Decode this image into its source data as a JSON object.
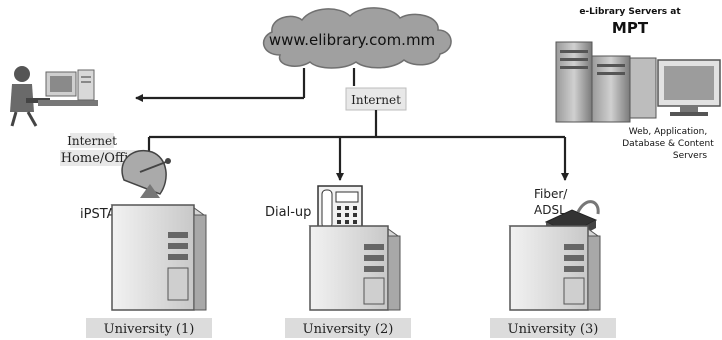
{
  "cloud": {
    "url": "www.elibrary.com.mm"
  },
  "internet_label": "Internet",
  "home_office": {
    "line1": "Internet",
    "line2": "Home/Office"
  },
  "servers": {
    "heading_line1": "e-Library Servers at",
    "heading_line2": "MPT",
    "caption_line1": "Web, Application,",
    "caption_line2": "Database & Content",
    "caption_line3": "Servers"
  },
  "connections": {
    "ipstar": "iPSTAR",
    "dialup": "Dial-up",
    "fiber_line1": "Fiber/",
    "fiber_line2": "ADSL"
  },
  "universities": [
    "University (1)",
    "University (2)",
    "University (3)"
  ]
}
